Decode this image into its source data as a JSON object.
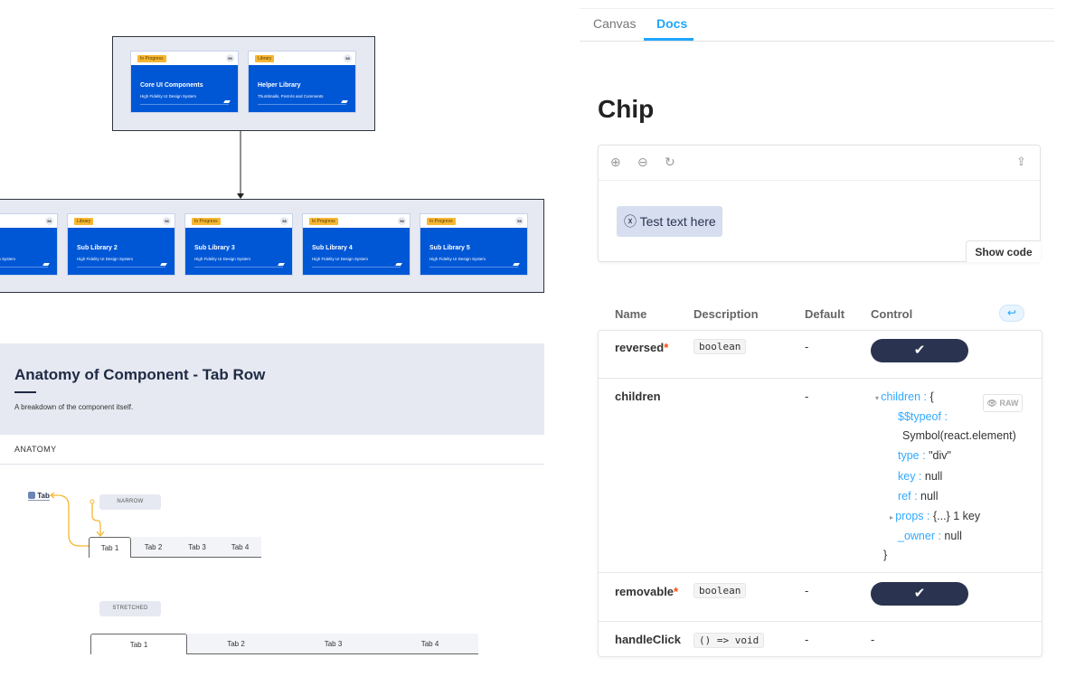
{
  "canvas": {
    "top_cards": [
      {
        "badge": "In Progress",
        "count": "59",
        "title": "Core UI Components",
        "subtitle": "High Fidelity UI Design System"
      },
      {
        "badge": "Library",
        "count": "58",
        "title": "Helper Library",
        "subtitle": "Thumbnails, Post-its and Comments"
      }
    ],
    "sub_cards": [
      {
        "badge": "",
        "count": "58",
        "title": "Sub Library 1",
        "subtitle": "High Fidelity UI Design System"
      },
      {
        "badge": "Library",
        "count": "58",
        "title": "Sub Library 2",
        "subtitle": "High Fidelity UI Design System"
      },
      {
        "badge": "In Progress",
        "count": "58",
        "title": "Sub Library 3",
        "subtitle": "High Fidelity UI Design System"
      },
      {
        "badge": "In Progress",
        "count": "58",
        "title": "Sub Library 4",
        "subtitle": "High Fidelity UI Design System"
      },
      {
        "badge": "In Progress",
        "count": "58",
        "title": "Sub Library 5",
        "subtitle": "High Fidelity UI Design System"
      }
    ],
    "anatomy": {
      "title": "Anatomy of Component - Tab Row",
      "description": "A breakdown of the component itself.",
      "section_label": "ANATOMY",
      "component_link": "Tab",
      "narrow_label": "NARROW",
      "stretched_label": "STRETCHED",
      "tabs": [
        "Tab 1",
        "Tab 2",
        "Tab 3",
        "Tab 4"
      ]
    },
    "accent": "#0057d6",
    "badge_color": "#f7b731",
    "connector_color": "#f7b731"
  },
  "docs": {
    "tabs": [
      "Canvas",
      "Docs"
    ],
    "active_tab": "Docs",
    "title": "Chip",
    "preview": {
      "chip_text": "Test text here",
      "show_code": "Show code"
    },
    "table": {
      "headers": [
        "Name",
        "Description",
        "Default",
        "Control"
      ],
      "rows": [
        {
          "name": "reversed",
          "required": "*",
          "type": "boolean",
          "default": "-",
          "control": "✔"
        },
        {
          "name": "children",
          "required": "",
          "type": "",
          "default": "-",
          "control": ""
        },
        {
          "name": "removable",
          "required": "*",
          "type": "boolean",
          "default": "-",
          "control": "✔"
        },
        {
          "name": "handleClick",
          "required": "",
          "type": "() => void",
          "default": "-",
          "control": "-"
        }
      ],
      "children_object": {
        "root_key": "children",
        "raw_label": "RAW",
        "lines": [
          {
            "key": "$$typeof",
            "value": ""
          },
          {
            "key": "",
            "value": "Symbol(react.element)"
          },
          {
            "key": "type",
            "value": "\"div\""
          },
          {
            "key": "key",
            "value": "null"
          },
          {
            "key": "ref",
            "value": "null"
          },
          {
            "key": "props",
            "value": "{...} 1 key"
          },
          {
            "key": "_owner",
            "value": "null"
          }
        ]
      }
    },
    "accent": "#1ea7fd"
  }
}
